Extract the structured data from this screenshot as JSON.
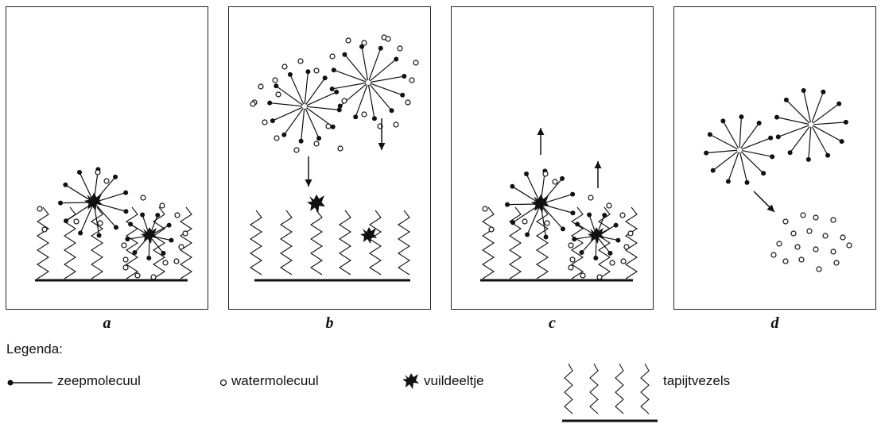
{
  "panels": [
    {
      "id": "a",
      "label": "a"
    },
    {
      "id": "b",
      "label": "b"
    },
    {
      "id": "c",
      "label": "c"
    },
    {
      "id": "d",
      "label": "d"
    }
  ],
  "legend": {
    "title": "Legenda:",
    "items": [
      {
        "icon": "soap-molecule-icon",
        "label": "zeepmolecuul"
      },
      {
        "icon": "water-molecule-icon",
        "label": "watermolecuul"
      },
      {
        "icon": "dirt-particle-icon",
        "label": "vuildeeltje"
      },
      {
        "icon": "carpet-fibers-icon",
        "label": "tapijtvezels"
      }
    ]
  },
  "colors": {
    "ink": "#111111",
    "background": "#ffffff"
  }
}
